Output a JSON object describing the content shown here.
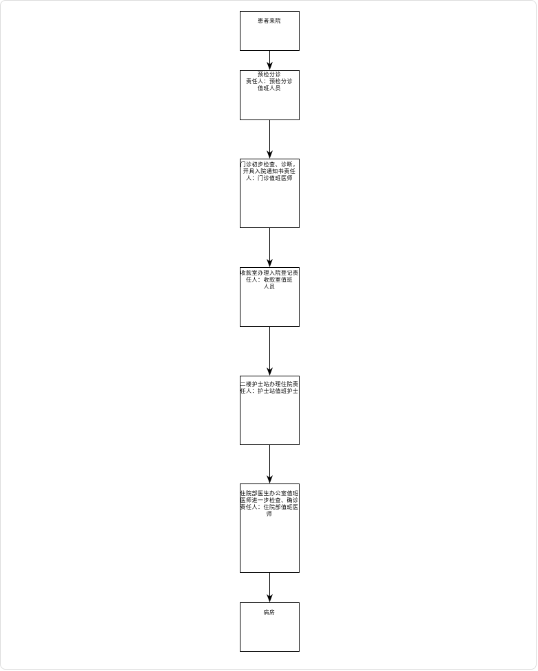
{
  "diagram": {
    "type": "flowchart",
    "direction": "top-to-bottom",
    "nodes": [
      {
        "id": "n1",
        "text": "患者来院"
      },
      {
        "id": "n2",
        "text": "预检分诊\n责任人：预检分诊\n值班人员"
      },
      {
        "id": "n3",
        "text": "门诊初步检查、诊断，开具入院通知书责任人：门诊值班医师"
      },
      {
        "id": "n4",
        "text": "收款室办理入院登记责任人：收款室值班\n人员"
      },
      {
        "id": "n5",
        "text": "二楼护士站办理住院责任人：护士站值班护士"
      },
      {
        "id": "n6",
        "text": "住院部医生办公室值班医师进一步检查、确诊\n责任人：住院部值班医师"
      },
      {
        "id": "n7",
        "text": "病房"
      }
    ],
    "edges": [
      {
        "from": "n1",
        "to": "n2"
      },
      {
        "from": "n2",
        "to": "n3"
      },
      {
        "from": "n3",
        "to": "n4"
      },
      {
        "from": "n4",
        "to": "n5"
      },
      {
        "from": "n5",
        "to": "n6"
      },
      {
        "from": "n6",
        "to": "n7"
      }
    ]
  }
}
